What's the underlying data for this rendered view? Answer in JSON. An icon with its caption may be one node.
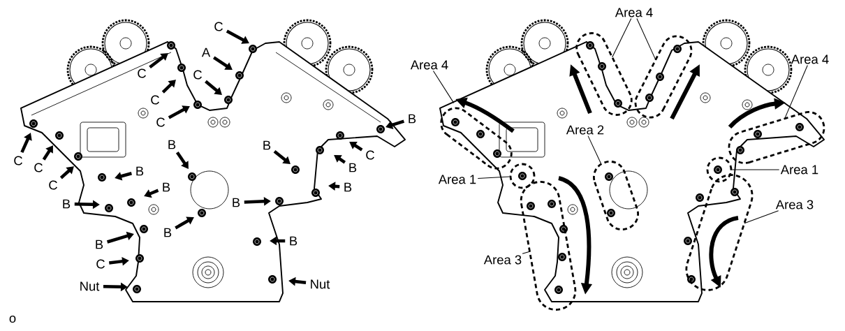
{
  "diagram": {
    "nodes": [
      {
        "text": [
          "C"
        ]
      },
      {
        "text": [
          "A"
        ]
      },
      {
        "text": [
          "C"
        ]
      },
      {
        "text": [
          "C"
        ]
      },
      {
        "text": [
          "C"
        ]
      },
      {
        "text": [
          "B"
        ]
      },
      {
        "text": [
          "C"
        ]
      },
      {
        "text": [
          "B"
        ]
      },
      {
        "text": [
          "B"
        ]
      },
      {
        "text": [
          "C"
        ]
      },
      {
        "text": [
          "C"
        ]
      },
      {
        "text": [
          "C"
        ]
      },
      {
        "text": [
          "B"
        ]
      },
      {
        "text": [
          "B"
        ]
      },
      {
        "text": [
          "C"
        ]
      },
      {
        "text": [
          "B"
        ]
      },
      {
        "text": [
          "B"
        ]
      },
      {
        "text": [
          "B"
        ]
      },
      {
        "text": [
          "B"
        ]
      },
      {
        "text": [
          "B"
        ]
      },
      {
        "text": [
          "B"
        ]
      },
      {
        "text": [
          "B"
        ]
      },
      {
        "text": [
          "C"
        ]
      },
      {
        "text": [
          "Nut"
        ]
      },
      {
        "text": [
          "Nut"
        ]
      },
      {
        "text": [
          "Area 4"
        ]
      },
      {
        "text": [
          "Area 4"
        ]
      },
      {
        "text": [
          "Area 4"
        ]
      },
      {
        "text": [
          "Area 2"
        ]
      },
      {
        "text": [
          "Area 1"
        ]
      },
      {
        "text": [
          "Area 1"
        ]
      },
      {
        "text": [
          "Area 3"
        ]
      },
      {
        "text": [
          "Area 3"
        ]
      },
      {
        "text": [],
        "shape": "outline"
      },
      {
        "text": [],
        "shape": "outline"
      },
      {
        "text": [],
        "shape": "outline"
      },
      {
        "text": [],
        "shape": "outline"
      },
      {
        "text": [],
        "shape": "circle"
      },
      {
        "text": [],
        "shape": "circle"
      },
      {
        "text": [],
        "shape": "outline"
      },
      {
        "text": [],
        "shape": "outline"
      },
      {
        "text": [],
        "shape": "outline"
      }
    ],
    "edges": [
      {
        "from": 0,
        "to": null,
        "arrow": "to"
      },
      {
        "from": 1,
        "to": null,
        "arrow": "to"
      },
      {
        "from": 2,
        "to": null,
        "arrow": "to"
      },
      {
        "from": 3,
        "to": null,
        "arrow": "to"
      },
      {
        "from": 4,
        "to": null,
        "arrow": "to"
      },
      {
        "from": 5,
        "to": null,
        "arrow": "to"
      },
      {
        "from": 6,
        "to": null,
        "arrow": "to"
      },
      {
        "from": 7,
        "to": null,
        "arrow": "to"
      },
      {
        "from": 8,
        "to": null,
        "arrow": "to"
      },
      {
        "from": 9,
        "to": null,
        "arrow": "to"
      },
      {
        "from": 10,
        "to": null,
        "arrow": "to"
      },
      {
        "from": 11,
        "to": null,
        "arrow": "to"
      },
      {
        "from": 12,
        "to": null,
        "arrow": "to"
      },
      {
        "from": 13,
        "to": null,
        "arrow": "to"
      },
      {
        "from": 14,
        "to": null,
        "arrow": "to"
      },
      {
        "from": 15,
        "to": null,
        "arrow": "to"
      },
      {
        "from": 16,
        "to": null,
        "arrow": "to"
      },
      {
        "from": 17,
        "to": null,
        "arrow": "to"
      },
      {
        "from": 18,
        "to": null,
        "arrow": "to"
      },
      {
        "from": 19,
        "to": null,
        "arrow": "to"
      },
      {
        "from": 20,
        "to": null,
        "arrow": "to"
      },
      {
        "from": 21,
        "to": null,
        "arrow": "to"
      },
      {
        "from": 22,
        "to": null,
        "arrow": "to"
      },
      {
        "from": 23,
        "to": null,
        "arrow": "to"
      },
      {
        "from": 24,
        "to": null,
        "arrow": "to"
      },
      {
        "from": 25,
        "to": 34,
        "arrow": "none"
      },
      {
        "from": 25,
        "to": 35,
        "arrow": "none"
      },
      {
        "from": 26,
        "to": 33,
        "arrow": "none"
      },
      {
        "from": 27,
        "to": 36,
        "arrow": "none"
      },
      {
        "from": 28,
        "to": 39,
        "arrow": "none"
      },
      {
        "from": 29,
        "to": 37,
        "arrow": "none"
      },
      {
        "from": 30,
        "to": 38,
        "arrow": "none"
      },
      {
        "from": 31,
        "to": 41,
        "arrow": "none"
      },
      {
        "from": 32,
        "to": 40,
        "arrow": "none"
      }
    ],
    "labels": [
      "o"
    ]
  }
}
